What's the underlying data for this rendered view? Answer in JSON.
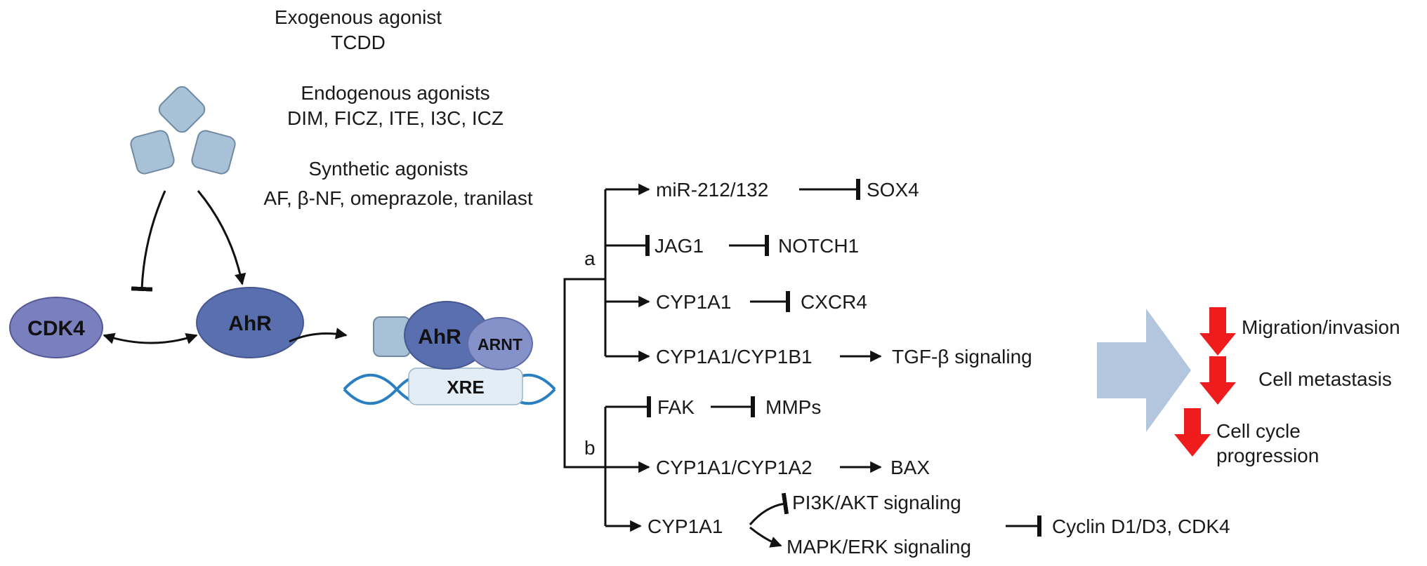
{
  "agonists": {
    "exogenous_title": "Exogenous agonist",
    "exogenous_items": "TCDD",
    "endogenous_title": "Endogenous agonists",
    "endogenous_items": "DIM, FICZ, ITE, I3C, ICZ",
    "synthetic_title": "Synthetic agonists",
    "synthetic_items": "AF, β-NF, omeprazole, tranilast"
  },
  "nodes": {
    "cdk4": "CDK4",
    "ahr": "AhR",
    "complex_ahr": "AhR",
    "complex_arnt": "ARNT",
    "xre": "XRE"
  },
  "branches": {
    "a": "a",
    "b": "b"
  },
  "pathways": {
    "mir": "miR-212/132",
    "sox4": "SOX4",
    "jag1": "JAG1",
    "notch1": "NOTCH1",
    "cyp1a1_a": "CYP1A1",
    "cxcr4": "CXCR4",
    "cyp1a1_cyp1b1": "CYP1A1/CYP1B1",
    "tgfb": "TGF-β signaling",
    "fak": "FAK",
    "mmps": "MMPs",
    "cyp1a1_cyp1a2": "CYP1A1/CYP1A2",
    "bax": "BAX",
    "cyp1a1_b": "CYP1A1",
    "pi3k": "PI3K/AKT signaling",
    "mapk": "MAPK/ERK signaling",
    "cyclin": "Cyclin D1/D3, CDK4"
  },
  "outcomes": {
    "migration": "Migration/invasion",
    "metastasis": "Cell metastasis",
    "cell_cycle_line1": "Cell cycle",
    "cell_cycle_line2": "progression"
  },
  "colors": {
    "ligand": "#a9c1d6",
    "ligand_stroke": "#6f8aa3",
    "cdk4": "#7a7fbd",
    "ahr": "#5a6fb0",
    "arnt": "#8592c9",
    "xre": "#e3edf5",
    "dna": "#2a7fc0",
    "big_arrow": "#b3c6dd",
    "down_arrow": "#ee1c1c"
  }
}
